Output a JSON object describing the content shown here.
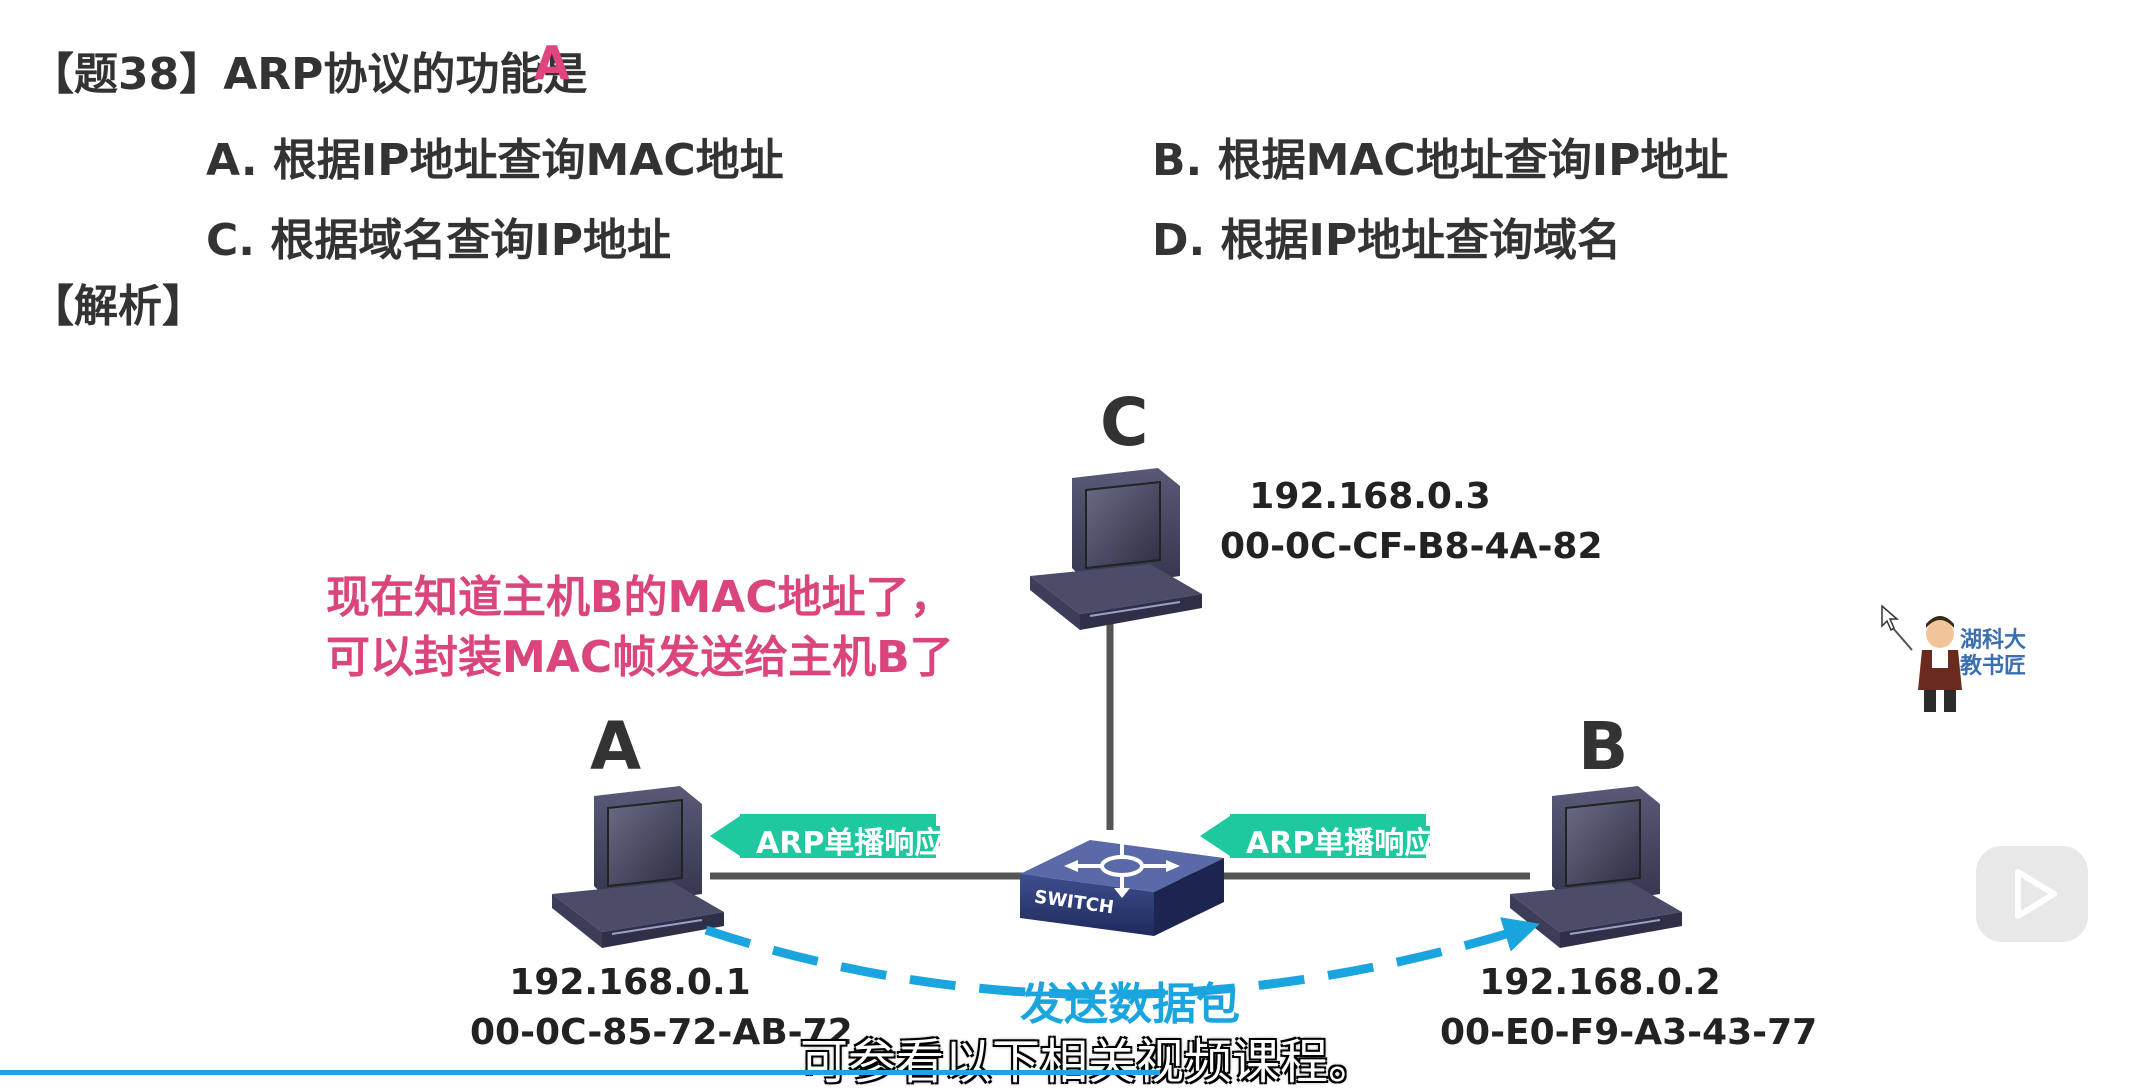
{
  "question": {
    "title": "【题38】ARP协议的功能是",
    "answer": "A",
    "options": [
      "A. 根据IP地址查询MAC地址",
      "B. 根据MAC地址查询IP地址",
      "C. 根据域名查询IP地址",
      "D. 根据IP地址查询域名"
    ],
    "analysis_label": "【解析】"
  },
  "diagram": {
    "hosts": {
      "A": {
        "label": "A",
        "ip": "192.168.0.1",
        "mac": "00-0C-85-72-AB-72"
      },
      "B": {
        "label": "B",
        "ip": "192.168.0.2",
        "mac": "00-E0-F9-A3-43-77"
      },
      "C": {
        "label": "C",
        "ip": "192.168.0.3",
        "mac": "00-0C-CF-B8-4A-82"
      }
    },
    "switch_label": "SWITCH",
    "note_line1": "现在知道主机B的MAC地址了，",
    "note_line2": "可以封装MAC帧发送给主机B了",
    "arp_reply_label": "ARP单播响应",
    "send_label": "发送数据包",
    "colors": {
      "note": "#d9457c",
      "arrow": "#1fc9a0",
      "send": "#1aa5de",
      "answer": "#e0457f"
    }
  },
  "overlay": {
    "subtitle": "可参看以下相关视频课程。",
    "logo_line1": "湖科大",
    "logo_line2": "教书匠"
  }
}
